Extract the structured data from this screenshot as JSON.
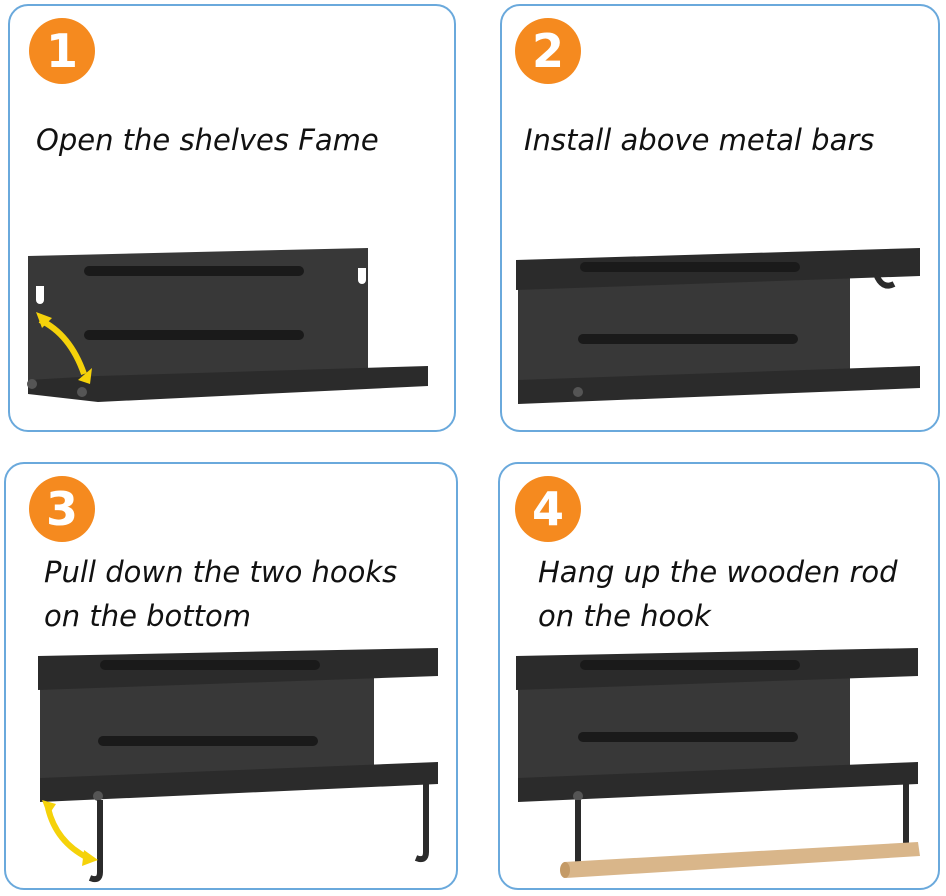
{
  "steps": [
    {
      "number": "1",
      "lines": [
        "Open the shelves Fame"
      ]
    },
    {
      "number": "2",
      "lines": [
        "Install above metal bars"
      ]
    },
    {
      "number": "3",
      "lines": [
        "Pull down the two hooks",
        "on the bottom"
      ]
    },
    {
      "number": "4",
      "lines": [
        "Hang up the wooden rod",
        "on the hook"
      ]
    }
  ],
  "colors": {
    "badge": "#f58a1f",
    "border": "#6aa9dc",
    "arrow": "#f5d20a",
    "shelf": "#2b2b2b",
    "rod": "#d9b68a"
  }
}
